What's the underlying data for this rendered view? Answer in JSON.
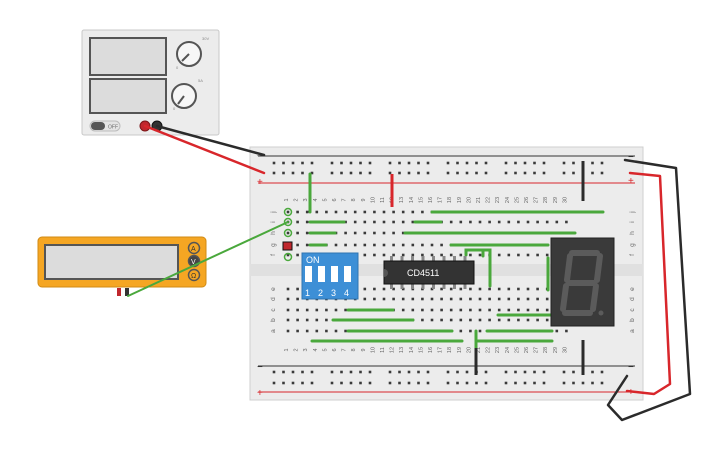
{
  "psu": {
    "off_label": "OFF",
    "knob1_min": "0",
    "knob1_max": "30V",
    "knob2_min": "0",
    "knob2_max": "5A"
  },
  "breadboard": {
    "cols_top": [
      "1",
      "2",
      "3",
      "4",
      "5",
      "6",
      "7",
      "8",
      "9",
      "10",
      "11",
      "12",
      "13",
      "14",
      "15",
      "16",
      "17",
      "18",
      "19",
      "20",
      "21",
      "22",
      "23",
      "24",
      "25",
      "26",
      "27",
      "28",
      "29",
      "30"
    ],
    "rows_top": [
      "j",
      "i",
      "h",
      "g",
      "f"
    ],
    "rows_bottom": [
      "e",
      "d",
      "c",
      "b",
      "a"
    ],
    "rail_plus": "+",
    "rail_minus": "−"
  },
  "dip_switch": {
    "on_label": "ON",
    "numbers": [
      "1",
      "2",
      "3",
      "4"
    ]
  },
  "ic": {
    "label": "CD4511"
  },
  "seven_segment": {
    "digit": "8"
  },
  "multimeter": {
    "mode_a": "A",
    "mode_v": "V",
    "mode_ohm": "Ω"
  },
  "colors": {
    "wire_red": "#d8262b",
    "wire_black": "#2b2b2b",
    "wire_green": "#4aa83c",
    "multimeter_body": "#f5a623",
    "dip_blue": "#3d8fd6",
    "display_body": "#3a3a3a"
  }
}
